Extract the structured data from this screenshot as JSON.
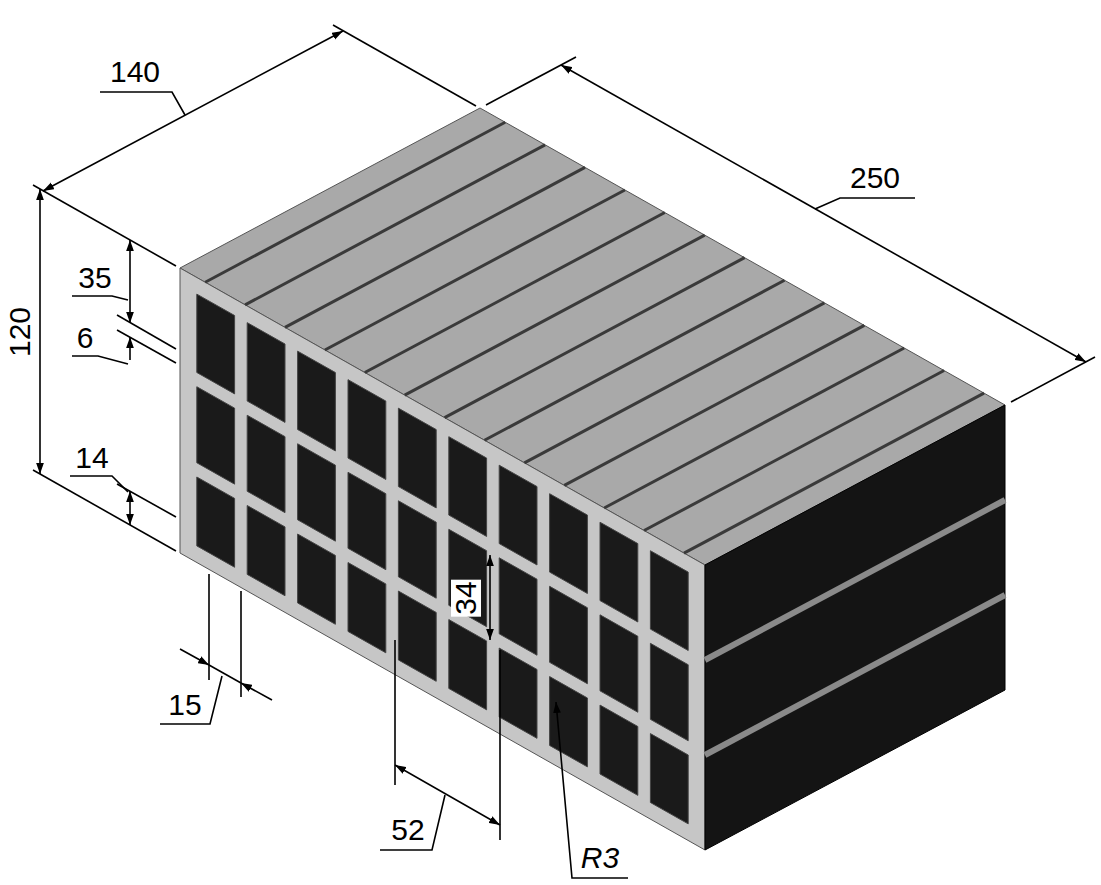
{
  "diagram": {
    "labels": [
      "140",
      "250",
      "120",
      "35",
      "6",
      "14",
      "15",
      "34",
      "52",
      "R3"
    ]
  }
}
